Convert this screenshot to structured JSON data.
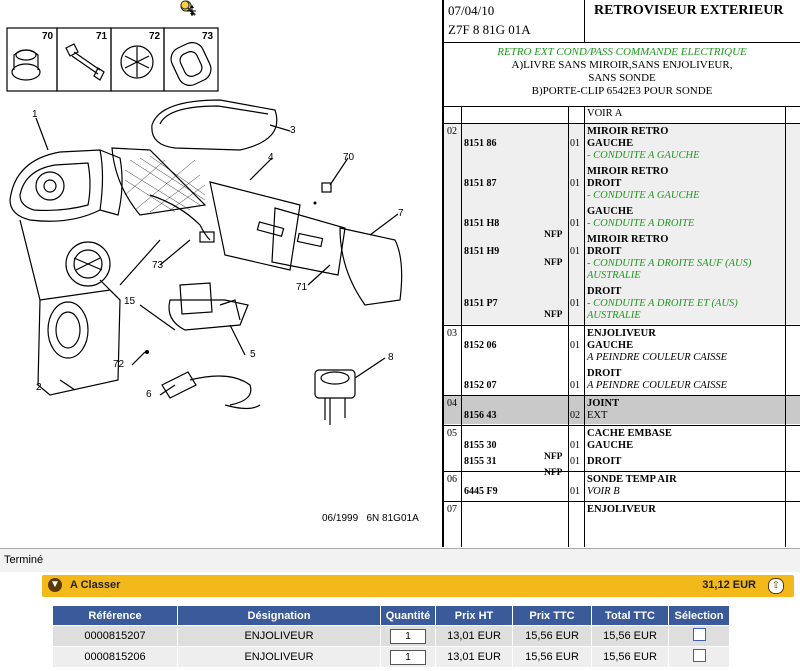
{
  "diagram": {
    "zoom_icons": [
      "zoom-in-icon",
      "zoom-out-icon",
      "move-icon"
    ],
    "inset_labels": [
      "70",
      "71",
      "72",
      "73"
    ],
    "callouts": [
      "1",
      "2",
      "3",
      "4",
      "5",
      "6",
      "7",
      "8",
      "15",
      "70",
      "71",
      "72",
      "73"
    ],
    "footer": "06/1999   6N 81G01A"
  },
  "header": {
    "date": "07/04/10",
    "code": "Z7F 8 81G 01A",
    "title": "RETROVISEUR EXTERIEUR"
  },
  "notes": {
    "line1": "RETRO EXT COND/PASS COMMANDE ELECTRIQUE",
    "line2": "A)LIVRE SANS MIROIR,SANS ENJOLIVEUR,",
    "line3": "SANS SONDE",
    "line4": "B)PORTE-CLIP 6542E3 POUR SONDE"
  },
  "parts": {
    "top_label": "VOIR A",
    "groups": [
      {
        "no": "02",
        "rows": [
          {
            "ref": "8151 86",
            "nfp": "",
            "qty": "01",
            "lines": [
              [
                "b",
                "MIROIR RETRO"
              ],
              [
                "b",
                "GAUCHE"
              ],
              [
                "g",
                "- CONDUITE A GAUCHE"
              ]
            ]
          },
          {
            "ref": "8151 87",
            "nfp": "",
            "qty": "01",
            "lines": [
              [
                "b",
                "MIROIR RETRO"
              ],
              [
                "b",
                "DROIT"
              ],
              [
                "g",
                "- CONDUITE A GAUCHE"
              ]
            ]
          },
          {
            "ref": "8151 H8",
            "nfp": "NFP",
            "qty": "01",
            "lines": [
              [
                "b",
                "GAUCHE"
              ],
              [
                "g",
                "- CONDUITE A DROITE"
              ]
            ]
          },
          {
            "ref": "8151 H9",
            "nfp": "NFP",
            "qty": "01",
            "lines": [
              [
                "b",
                "MIROIR RETRO"
              ],
              [
                "b",
                "DROIT"
              ],
              [
                "g",
                "- CONDUITE A DROITE SAUF (AUS)"
              ],
              [
                "g",
                "AUSTRALIE"
              ]
            ]
          },
          {
            "ref": "8151 P7",
            "nfp": "NFP",
            "qty": "01",
            "lines": [
              [
                "b",
                "DROIT"
              ],
              [
                "g",
                "- CONDUITE A DROITE ET (AUS)"
              ],
              [
                "g",
                "AUSTRALIE"
              ]
            ]
          }
        ]
      },
      {
        "no": "03",
        "rows": [
          {
            "ref": "8152 06",
            "nfp": "",
            "qty": "01",
            "lines": [
              [
                "b",
                "ENJOLIVEUR"
              ],
              [
                "b",
                "GAUCHE"
              ],
              [
                "i",
                "A PEINDRE COULEUR CAISSE"
              ]
            ]
          },
          {
            "ref": "8152 07",
            "nfp": "",
            "qty": "01",
            "lines": [
              [
                "b",
                "DROIT"
              ],
              [
                "i",
                "A PEINDRE COULEUR CAISSE"
              ]
            ]
          }
        ]
      },
      {
        "no": "04",
        "rows": [
          {
            "ref": "8156 43",
            "nfp": "",
            "qty": "02",
            "lines": [
              [
                "b",
                "JOINT"
              ],
              [
                "n",
                "EXT"
              ]
            ]
          }
        ]
      },
      {
        "no": "05",
        "rows": [
          {
            "ref": "8155 30",
            "nfp": "NFP",
            "qty": "01",
            "lines": [
              [
                "b",
                "CACHE EMBASE"
              ],
              [
                "b",
                "GAUCHE"
              ]
            ]
          },
          {
            "ref": "8155 31",
            "nfp": "NFP",
            "qty": "01",
            "lines": [
              [
                "b",
                "DROIT"
              ]
            ]
          }
        ]
      },
      {
        "no": "06",
        "rows": [
          {
            "ref": "6445 F9",
            "nfp": "",
            "qty": "01",
            "lines": [
              [
                "b",
                "SONDE TEMP AIR"
              ],
              [
                "i",
                "VOIR B"
              ]
            ]
          }
        ]
      },
      {
        "no": "07",
        "rows": [
          {
            "ref": "",
            "nfp": "",
            "qty": "",
            "lines": [
              [
                "b",
                "ENJOLIVEUR"
              ]
            ]
          }
        ]
      }
    ]
  },
  "status": {
    "text": "Terminé"
  },
  "cart": {
    "title": "A Classer",
    "total": "31,12 EUR",
    "accent": "#f3b81a",
    "header_color": "#3a5a9a",
    "columns": [
      "Référence",
      "Désignation",
      "Quantité",
      "Prix HT",
      "Prix TTC",
      "Total TTC",
      "Sélection"
    ],
    "rows": [
      {
        "ref": "0000815207",
        "designation": "ENJOLIVEUR",
        "qty": "1",
        "prix_ht": "13,01 EUR",
        "prix_ttc": "15,56 EUR",
        "total_ttc": "15,56 EUR"
      },
      {
        "ref": "0000815206",
        "designation": "ENJOLIVEUR",
        "qty": "1",
        "prix_ht": "13,01 EUR",
        "prix_ttc": "15,56 EUR",
        "total_ttc": "15,56 EUR"
      }
    ]
  }
}
